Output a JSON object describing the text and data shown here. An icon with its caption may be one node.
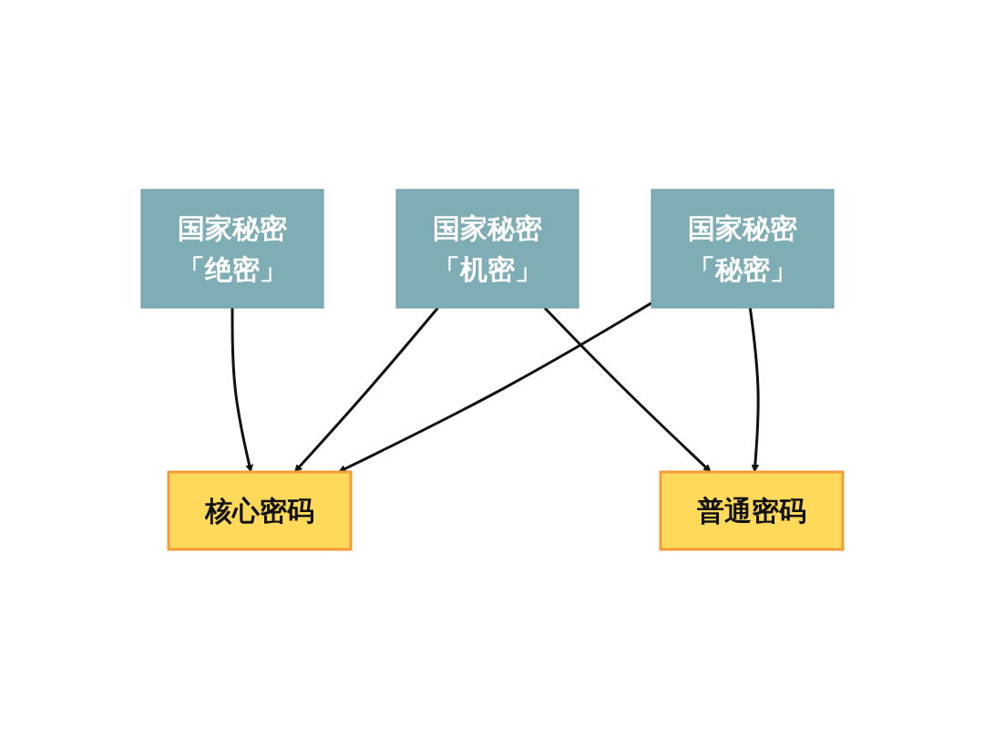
{
  "diagram": {
    "nodes": [
      {
        "text": [
          "国家秘密",
          "「绝密」"
        ]
      },
      {
        "text": [
          "国家秘密",
          "「机密」"
        ]
      },
      {
        "text": [
          "国家秘密",
          "「秘密」"
        ]
      },
      {
        "text": [
          "核心密码"
        ]
      },
      {
        "text": [
          "普通密码"
        ]
      }
    ],
    "edges": [
      {
        "from": 0,
        "to": 3,
        "arrow": "to"
      },
      {
        "from": 1,
        "to": 3,
        "arrow": "to"
      },
      {
        "from": 1,
        "to": 4,
        "arrow": "to"
      },
      {
        "from": 2,
        "to": 3,
        "arrow": "to"
      },
      {
        "from": 2,
        "to": 4,
        "arrow": "to"
      }
    ]
  }
}
